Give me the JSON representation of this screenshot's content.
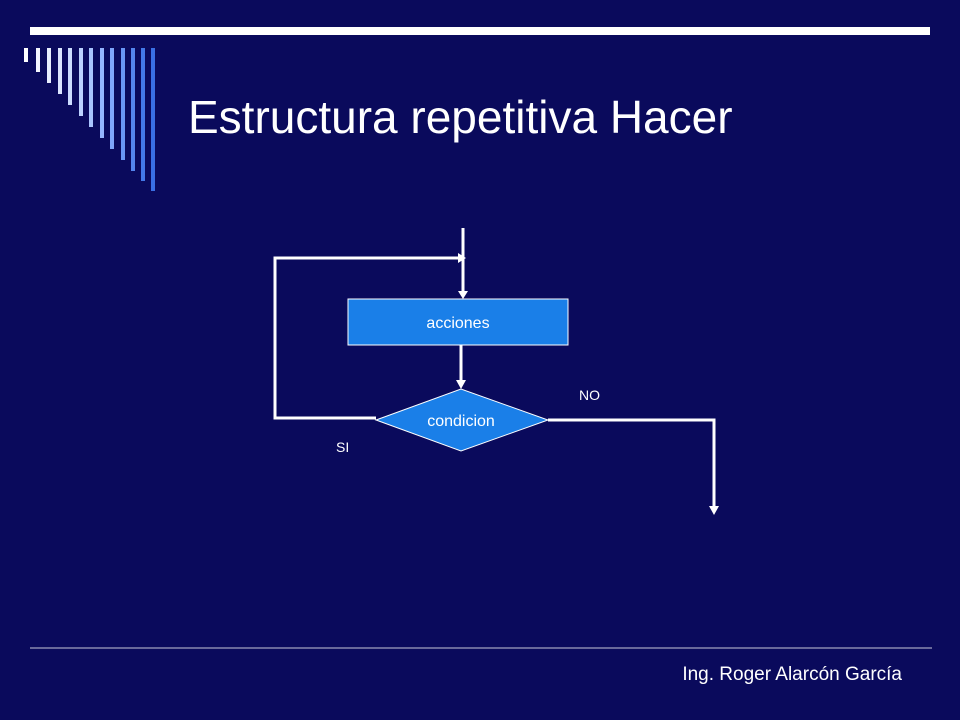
{
  "slide": {
    "title": "Estructura repetitiva Hacer",
    "author": "Ing. Roger Alarcón García"
  },
  "diagram": {
    "action_label": "acciones",
    "decision_label": "condicion",
    "yes_label": "SI",
    "no_label": "NO"
  },
  "colors": {
    "background": "#0a0a5c",
    "box_fill": "#1a7fe8",
    "line": "#ffffff",
    "text": "#ffffff"
  }
}
